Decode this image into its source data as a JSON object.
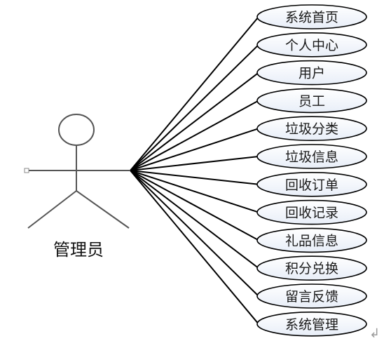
{
  "actor": {
    "label": "管理员",
    "icon": "stick-figure-icon"
  },
  "use_cases": [
    {
      "label": "系统首页"
    },
    {
      "label": "个人中心"
    },
    {
      "label": "用户"
    },
    {
      "label": "员工"
    },
    {
      "label": "垃圾分类"
    },
    {
      "label": "垃圾信息"
    },
    {
      "label": "回收订单"
    },
    {
      "label": "回收记录"
    },
    {
      "label": "礼品信息"
    },
    {
      "label": "积分兑换"
    },
    {
      "label": "留言反馈"
    },
    {
      "label": "系统管理"
    }
  ],
  "paragraph_mark": "↲",
  "colors": {
    "line": "#000000",
    "ellipse_fill": "#f3f6fb",
    "ellipse_stroke": "#000000",
    "actor_stroke": "#555555"
  }
}
